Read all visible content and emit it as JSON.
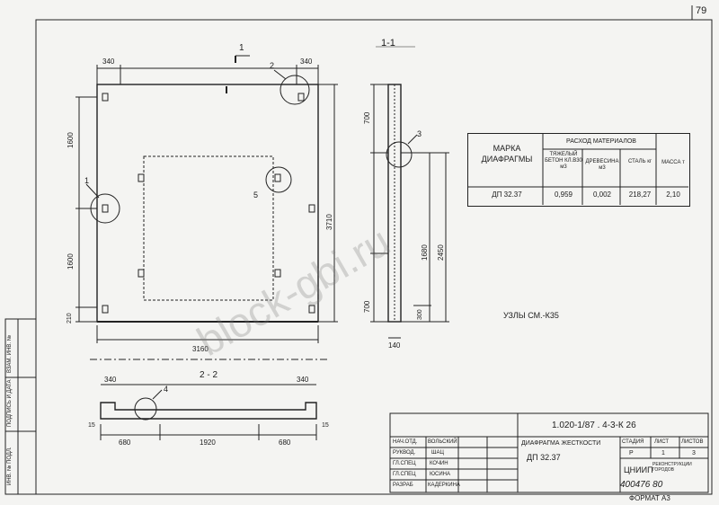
{
  "page": {
    "number": "79",
    "format": "ФОРМАТ А3",
    "archive_no": "400476 80"
  },
  "drawing": {
    "section_1_1": "1-1",
    "section_2_2": "2 - 2",
    "cut_mark": "1",
    "callouts": [
      "1",
      "2",
      "3",
      "4",
      "5"
    ],
    "nodes_note": "УЗЛЫ СМ.-К35",
    "dims": {
      "top_left": "340",
      "top_right": "340",
      "left_upper": "1600",
      "left_lower": "1600",
      "left_bottom": "210",
      "right_total": "3710",
      "bottom_width": "3160",
      "side_top": "700",
      "side_mid": "1680",
      "side_total": "2450",
      "side_bottom_a": "700",
      "side_bottom_b": "300",
      "side_width": "140",
      "s2_left": "340",
      "s2_right": "340",
      "s2_a": "680",
      "s2_b": "1920",
      "s2_c": "680",
      "s2_h1": "15",
      "s2_h2": "15"
    }
  },
  "materials_table": {
    "col_mark": "МАРКА ДИАФРАГМЫ",
    "col_group": "РАСХОД МАТЕРИАЛОВ",
    "col_concrete": "ТЯЖЕЛЫЙ БЕТОН КЛ.В30 м3",
    "col_wood": "ДРЕВЕСИНА м3",
    "col_steel": "СТАЛЬ кг",
    "col_mass": "МАССА т",
    "row": {
      "mark": "ДП 32.37",
      "concrete": "0,959",
      "wood": "0,002",
      "steel": "218,27",
      "mass": "2,10"
    }
  },
  "title_block": {
    "code": "1.020-1/87 . 4-3-К 26",
    "title": "ДИАФРАГМА ЖЕСТКОСТИ",
    "mark": "ДП 32.37",
    "stage_label": "СТАДИЯ",
    "sheet_label": "ЛИСТ",
    "sheets_label": "ЛИСТОВ",
    "stage": "Р",
    "sheet": "1",
    "sheets": "3",
    "org": "ЦНИИП",
    "org_sub": "РЕКОНСТРУКЦИИ ГОРОДОВ",
    "roles": [
      "НАЧ.ОТД.",
      "РУКВОД.",
      "ГЛ.СПЕЦ",
      "ГЛ.СПЕЦ",
      "РАЗРАБ"
    ],
    "names": [
      "ВОЛЬСКИЙ",
      "ШАЦ",
      "КОЧИН",
      "ЮСИНА",
      "КАДЕРКИНА"
    ]
  },
  "side_stamp": [
    "ИНВ. № ПОДЛ.",
    "ПОДПИСЬ И ДАТА",
    "ВЗАМ. ИНВ. №"
  ],
  "watermark": "block-gbi.ru"
}
